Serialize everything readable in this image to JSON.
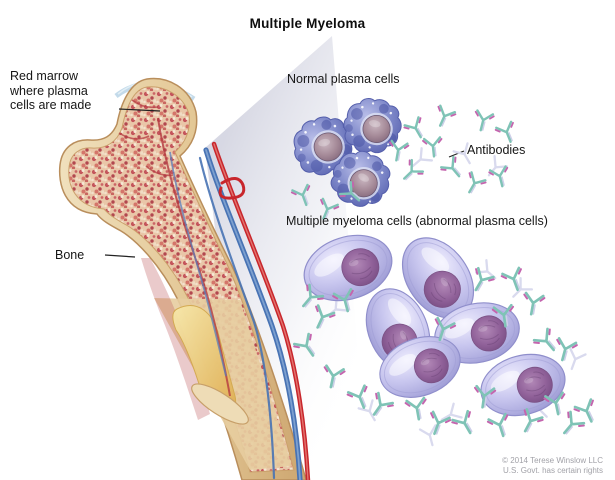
{
  "title": "Multiple Myeloma",
  "labels": {
    "red_marrow": "Red marrow\nwhere plasma\ncells are made",
    "bone": "Bone",
    "normal_plasma_cells": "Normal plasma cells",
    "antibodies": "Antibodies",
    "myeloma_cells": "Multiple myeloma cells (abnormal plasma cells)"
  },
  "credit": "© 2014 Terese Winslow LLC\nU.S. Govt. has certain rights",
  "figure": {
    "normal_plasma_cell_count": 3,
    "myeloma_cell_count": 6,
    "colors": {
      "plasma_cell_body": "#7e88c9",
      "plasma_cell_shadow": "#434ea0",
      "plasma_nucleus": "#a68b99",
      "myeloma_cell_body": "#c9c7ef",
      "myeloma_cell_rim": "#8f8ecb",
      "myeloma_nucleus": "#91629a",
      "antibody_teal": "#7fc3b6",
      "antibody_pink": "#c465ae",
      "bone_cortex": "#dcb684",
      "red_marrow": "#c4555b",
      "yellow_marrow": "#e9c766",
      "vessel_red": "#c8262c",
      "vessel_blue": "#4873b4",
      "wedge_gray": "#d5d6e2",
      "label_text": "#161616",
      "credit_text": "#a2a2a8"
    }
  }
}
